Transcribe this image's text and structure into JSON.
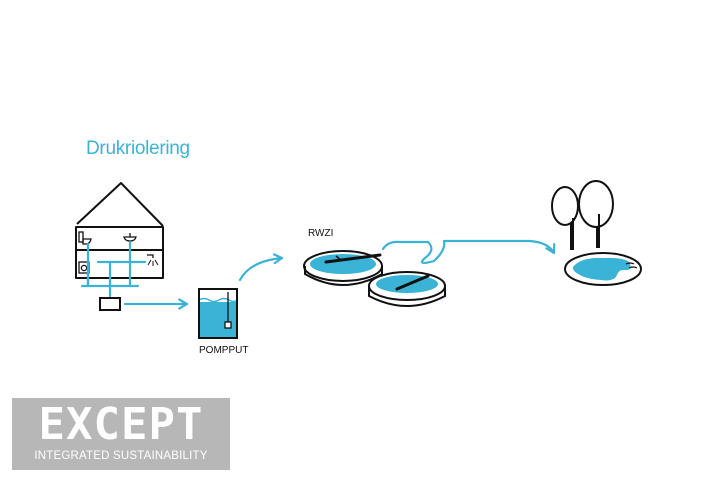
{
  "title": "Drukriolering",
  "labels": {
    "pompput": "POMPPUT",
    "rwzi": "RWZI"
  },
  "logo": {
    "wordmark": "EXCEPT",
    "tagline": "INTEGRATED SUSTAINABILITY"
  },
  "colors": {
    "water": "#3bb3d6",
    "line": "#111111",
    "logo_bg": "#b7b7b7",
    "logo_text": "#ffffff"
  }
}
